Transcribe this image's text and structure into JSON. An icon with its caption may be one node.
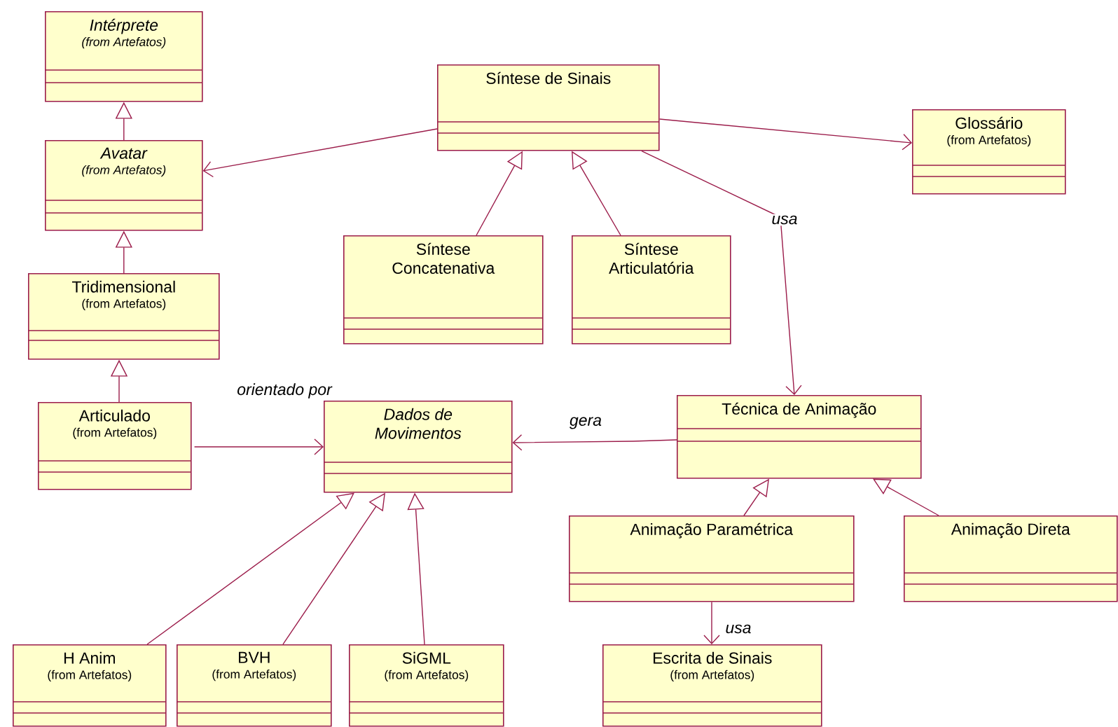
{
  "diagram": {
    "nodes": [
      {
        "text": [
          "Intérprete",
          "(from Artefatos)"
        ]
      },
      {
        "text": [
          "Avatar",
          "(from Artefatos)"
        ]
      },
      {
        "text": [
          "Tridimensional",
          "(from Artefatos)"
        ]
      },
      {
        "text": [
          "Articulado",
          "(from Artefatos)"
        ]
      },
      {
        "text": [
          "Síntese de Sinais"
        ]
      },
      {
        "text": [
          "Síntese Concatenativa"
        ]
      },
      {
        "text": [
          "Síntese Articulatória"
        ]
      },
      {
        "text": [
          "Glossário",
          "(from Artefatos)"
        ]
      },
      {
        "text": [
          "Dados de Movimentos"
        ]
      },
      {
        "text": [
          "Técnica de Animação"
        ]
      },
      {
        "text": [
          "Animação Paramétrica"
        ]
      },
      {
        "text": [
          "Animação Direta"
        ]
      },
      {
        "text": [
          "H Anim",
          "(from Artefatos)"
        ]
      },
      {
        "text": [
          "BVH",
          "(from Artefatos)"
        ]
      },
      {
        "text": [
          "SiGML",
          "(from Artefatos)"
        ]
      },
      {
        "text": [
          "Escrita de Sinais",
          "(from Artefatos)"
        ]
      }
    ],
    "edges": [
      {
        "from": 1,
        "to": 0,
        "arrow": "to"
      },
      {
        "from": 2,
        "to": 1,
        "arrow": "to"
      },
      {
        "from": 3,
        "to": 2,
        "arrow": "to"
      },
      {
        "from": 4,
        "to": 1,
        "arrow": "to"
      },
      {
        "from": 4,
        "to": 7,
        "arrow": "to"
      },
      {
        "from": 5,
        "to": 4,
        "arrow": "to"
      },
      {
        "from": 6,
        "to": 4,
        "arrow": "to"
      },
      {
        "from": 4,
        "to": 9,
        "arrow": "to",
        "label": "usa"
      },
      {
        "from": 3,
        "to": 8,
        "arrow": "to",
        "label": "orientado por"
      },
      {
        "from": 9,
        "to": 8,
        "arrow": "to",
        "label": "gera"
      },
      {
        "from": 10,
        "to": 9,
        "arrow": "to"
      },
      {
        "from": 11,
        "to": 9,
        "arrow": "to"
      },
      {
        "from": 12,
        "to": 8,
        "arrow": "to"
      },
      {
        "from": 13,
        "to": 8,
        "arrow": "to"
      },
      {
        "from": 14,
        "to": 8,
        "arrow": "to"
      },
      {
        "from": 10,
        "to": 15,
        "arrow": "to",
        "label": "usa"
      }
    ]
  }
}
